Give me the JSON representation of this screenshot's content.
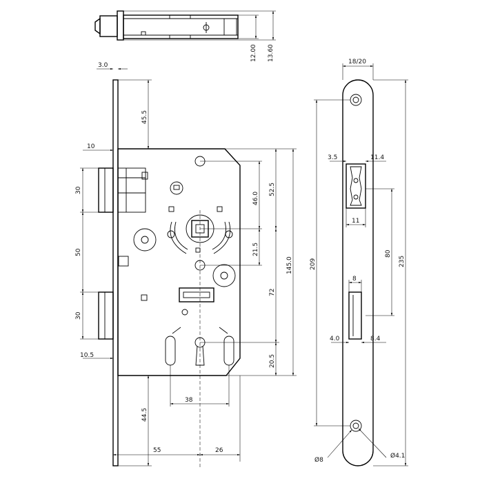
{
  "drawing": {
    "top_view": {
      "dims": [
        "12.00",
        "13.60"
      ]
    },
    "front_view": {
      "dims": {
        "faceplate_thickness": "3.0",
        "top_to_body": "45.5",
        "latch_projection": "10",
        "latch_height": "30",
        "latch_to_bolt": "50",
        "bolt_height": "30",
        "bolt_projection": "10.5",
        "follower_to_top_hole": "46.0",
        "follower_to_top": "52.5",
        "follower_to_lever_hole": "21.5",
        "body_height": "145.0",
        "follower_to_keyhole": "72",
        "keyhole_to_bottom": "20.5",
        "keyhole_spacing": "38",
        "bottom_offset": "44.5",
        "backset": "55",
        "keyhole_offset": "26"
      }
    },
    "faceplate_view": {
      "dims": {
        "width": "18/20",
        "latch_left": "3.5",
        "latch_right": "11.4",
        "latch_width": "11",
        "latch_to_bolt_spacing": "80",
        "faceplate_hole_spacing": "209",
        "faceplate_length": "235",
        "bolt_width": "8",
        "bolt_left": "4.0",
        "bolt_right": "8.4",
        "hole_diameter": "Ø8",
        "screw_diameter": "Ø4.1"
      }
    }
  }
}
